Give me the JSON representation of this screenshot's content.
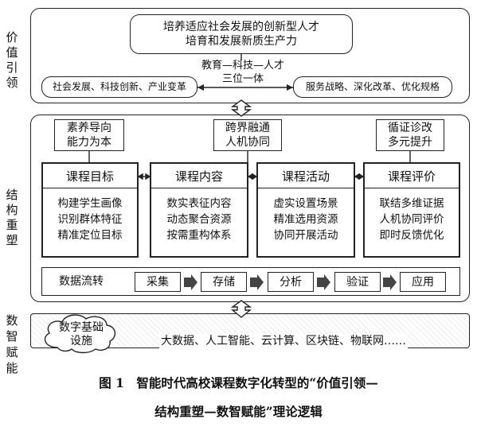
{
  "side_labels": {
    "value": "价值\n引领",
    "structure": "结构\n重塑",
    "digital": "数智\n赋能"
  },
  "value_layer": {
    "top_box": "培养适应社会发展的创新型人才\n培育和发展新质生产力",
    "center_text": "教育—科技—人才\n三位一体",
    "left_box": "社会发展、科技创新、产业变革",
    "right_box": "服务战略、深化改革、优化规格"
  },
  "structure_layer": {
    "notes": [
      "素养导向\n能力为本",
      "跨界融通\n人机协同",
      "循证诊改\n多元提升"
    ],
    "courses": [
      {
        "title": "课程目标",
        "body": "构建学生画像\n识别群体特征\n精准定位目标"
      },
      {
        "title": "课程内容",
        "body": "数实表征内容\n动态聚合资源\n按需重构体系"
      },
      {
        "title": "课程活动",
        "body": "虚实设置场景\n精准选用资源\n协同开展活动"
      },
      {
        "title": "课程评价",
        "body": "联结多维证据\n人机协同评价\n即时反馈优化"
      }
    ],
    "data_flow": {
      "label": "数据流转",
      "steps": [
        "采集",
        "存储",
        "分析",
        "验证",
        "应用"
      ]
    }
  },
  "digital_layer": {
    "cloud": "数字基础\n设施",
    "tech": "大数据、人工智能、云计算、区块链、物联网……"
  },
  "caption": {
    "line1": "图 1　智能时代高校课程数字化转型的“价值引领—",
    "line2": "结构重塑—数智赋能”理论逻辑"
  }
}
